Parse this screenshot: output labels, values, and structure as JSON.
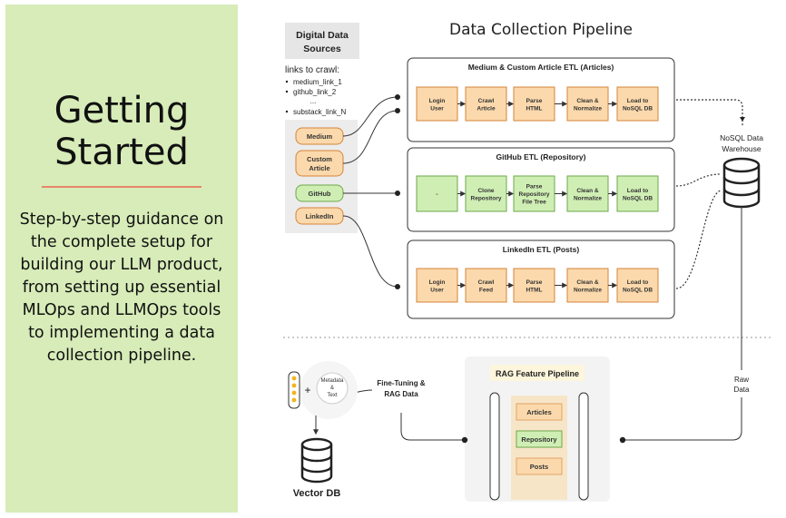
{
  "sidebar": {
    "title_line1": "Getting",
    "title_line2": "Started",
    "description": "Step-by-step guidance on the complete setup for building our LLM product, from setting up essential MLOps and LLMOps tools to implementing a data collection pipeline."
  },
  "diagram": {
    "title": "Data Collection Pipeline",
    "sources": {
      "header_line1": "Digital Data",
      "header_line2": "Sources",
      "links_title": "links to crawl:",
      "links": [
        "medium_link_1",
        "github_link_2",
        "...",
        "substack_link_N"
      ],
      "buttons": {
        "medium": "Medium",
        "custom_line1": "Custom",
        "custom_line2": "Article",
        "github": "GitHub",
        "linkedin": "LinkedIn"
      }
    },
    "etl_articles": {
      "title": "Medium & Custom Article ETL (Articles)",
      "steps": [
        [
          "Login",
          "User"
        ],
        [
          "Crawl",
          "Article"
        ],
        [
          "Parse",
          "HTML"
        ],
        [
          "Clean &",
          "Normalize"
        ],
        [
          "Load to",
          "NoSQL DB"
        ]
      ]
    },
    "etl_github": {
      "title": "GitHub ETL (Repository)",
      "steps": [
        [
          "-",
          ""
        ],
        [
          "Clone",
          "Repository"
        ],
        [
          "Parse",
          "Repository",
          "File Tree"
        ],
        [
          "Clean &",
          "Normalize"
        ],
        [
          "Load to",
          "NoSQL DB"
        ]
      ]
    },
    "etl_linkedin": {
      "title": "LinkedIn ETL (Posts)",
      "steps": [
        [
          "Login",
          "User"
        ],
        [
          "Crawl",
          "Feed"
        ],
        [
          "Parse",
          "HTML"
        ],
        [
          "Clean &",
          "Normalize"
        ],
        [
          "Load to",
          "NoSQL DB"
        ]
      ]
    },
    "warehouse_line1": "NoSQL Data",
    "warehouse_line2": "Warehouse",
    "raw_data_line1": "Raw",
    "raw_data_line2": "Data",
    "rag": {
      "title": "RAG Feature Pipeline",
      "items": [
        "Articles",
        "Repository",
        "Posts"
      ]
    },
    "finetune_line1": "Fine-Tuning &",
    "finetune_line2": "RAG Data",
    "embedding": {
      "plus": "+",
      "meta_line1": "Metadata",
      "meta_line2": "&",
      "meta_line3": "Text"
    },
    "vector_db": "Vector DB"
  },
  "colors": {
    "sidebar_bg": "#d7ecb8",
    "orange_fill": "#fbd9ac",
    "orange_stroke": "#d6843a",
    "green_fill": "#cfeeb4",
    "green_stroke": "#6ea84a",
    "accent_rule": "#e8866b"
  }
}
